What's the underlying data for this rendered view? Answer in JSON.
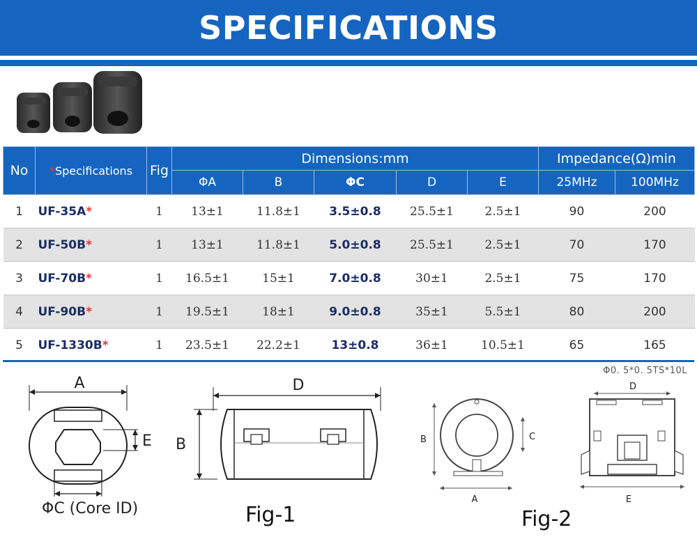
{
  "header": {
    "title": "SPECIFICATIONS"
  },
  "table": {
    "col_no": "No",
    "col_spec_mark": "*",
    "col_spec": "Specifications",
    "col_fig": "Fig",
    "dimensions_group": "Dimensions:mm",
    "impedance_group": "Impedance(Ω)min",
    "dim_cols": [
      "ΦA",
      "B",
      "ΦC",
      "D",
      "E"
    ],
    "imp_cols": [
      "25MHz",
      "100MHz"
    ],
    "rows": [
      {
        "no": "1",
        "model": "UF-35A",
        "mark": "*",
        "fig": "1",
        "a": "13±1",
        "b": "11.8±1",
        "c": "3.5±0.8",
        "d": "25.5±1",
        "e": "2.5±1",
        "z25": "90",
        "z100": "200"
      },
      {
        "no": "2",
        "model": "UF-50B",
        "mark": "*",
        "fig": "1",
        "a": "13±1",
        "b": "11.8±1",
        "c": "5.0±0.8",
        "d": "25.5±1",
        "e": "2.5±1",
        "z25": "70",
        "z100": "170"
      },
      {
        "no": "3",
        "model": "UF-70B",
        "mark": "*",
        "fig": "1",
        "a": "16.5±1",
        "b": "15±1",
        "c": "7.0±0.8",
        "d": "30±1",
        "e": "2.5±1",
        "z25": "75",
        "z100": "170"
      },
      {
        "no": "4",
        "model": "UF-90B",
        "mark": "*",
        "fig": "1",
        "a": "19.5±1",
        "b": "18±1",
        "c": "9.0±0.8",
        "d": "35±1",
        "e": "5.5±1",
        "z25": "80",
        "z100": "200"
      },
      {
        "no": "5",
        "model": "UF-1330B",
        "mark": "*",
        "fig": "1",
        "a": "23.5±1",
        "b": "22.2±1",
        "c": "13±0.8",
        "d": "36±1",
        "e": "10.5±1",
        "z25": "65",
        "z100": "165"
      }
    ]
  },
  "figures": {
    "fig1": {
      "caption": "Fig-1",
      "label_a": "A",
      "label_e": "E",
      "label_b": "B",
      "label_d": "D",
      "core_id": "ΦC (Core ID)"
    },
    "fig2": {
      "caption": "Fig-2",
      "note": "Φ0. 5*0. 5TS*10L",
      "label_b": "B",
      "label_c": "C",
      "label_a": "A",
      "label_d": "D",
      "label_e": "E"
    }
  }
}
